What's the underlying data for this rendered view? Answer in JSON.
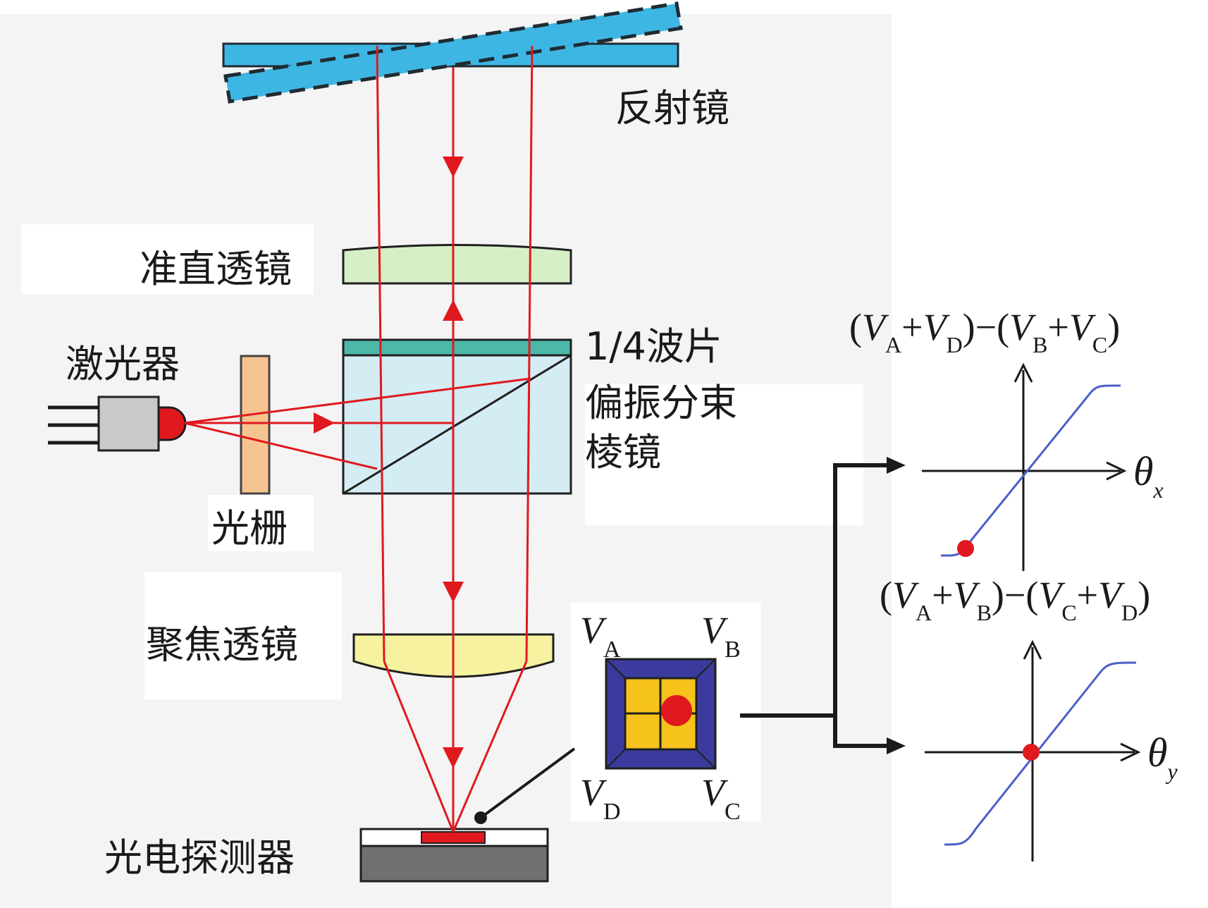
{
  "labels": {
    "mirror": "反射镜",
    "collimator": "准直透镜",
    "laser": "激光器",
    "quarter_wave": "1/4波片",
    "pbs_line1": "偏振分束",
    "pbs_line2": "棱镜",
    "grating": "光栅",
    "focus_lens": "聚焦透镜",
    "detector": "光电探测器"
  },
  "quadrants": {
    "A": {
      "v": "V",
      "sub": "A"
    },
    "B": {
      "v": "V",
      "sub": "B"
    },
    "C": {
      "v": "V",
      "sub": "C"
    },
    "D": {
      "v": "V",
      "sub": "D"
    }
  },
  "formula_x": {
    "p1": "(",
    "v1": "V",
    "s1": "A",
    "plus1": "+",
    "v2": "V",
    "s2": "D",
    "mid": ")−(",
    "v3": "V",
    "s3": "B",
    "plus2": "+",
    "v4": "V",
    "s4": "C",
    "end": ")"
  },
  "formula_y": {
    "p1": "(",
    "v1": "V",
    "s1": "A",
    "plus1": "+",
    "v2": "V",
    "s2": "B",
    "mid": ")−(",
    "v3": "V",
    "s3": "C",
    "plus2": "+",
    "v4": "V",
    "s4": "D",
    "end": ")"
  },
  "graph_x": {
    "axis_symbol": "θ",
    "axis_sub": "x"
  },
  "graph_y": {
    "axis_symbol": "θ",
    "axis_sub": "y"
  },
  "colors": {
    "beam": "#e0191f",
    "mirror": "#3eb6e3",
    "collimator": "#d7efc6",
    "prism": "#d4ecf3",
    "waveplate": "#4db8a8",
    "grating": "#f6c48f",
    "focus_lens": "#f6f2a0",
    "quadrant_outer": "#3b3b9e",
    "quadrant_inner": "#f6c21c",
    "curve": "#4a5fc8"
  }
}
